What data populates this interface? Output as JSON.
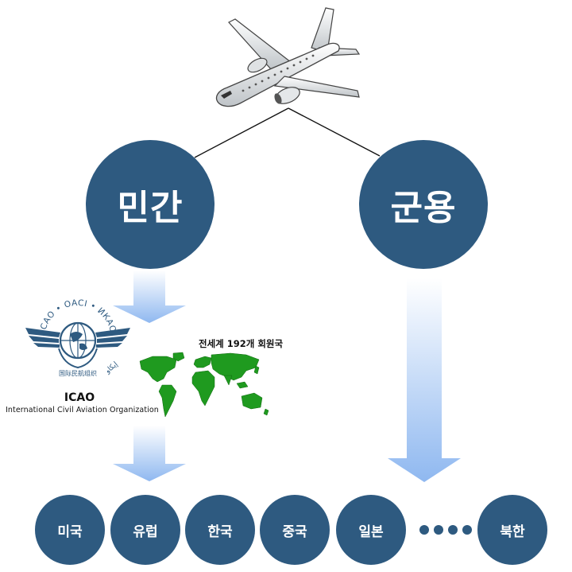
{
  "nodes": {
    "civil": "민간",
    "military": "군용"
  },
  "icao": {
    "emblem_text": "ICAO • OACI • ИКАО",
    "abbr": "ICAO",
    "full_name": "International Civil Aviation Organization",
    "emblem_chinese": "国际民航组织",
    "emblem_arabic": "إيكاو"
  },
  "world_map": {
    "label": "전세계 192개 회원국"
  },
  "countries": [
    "미국",
    "유럽",
    "한국",
    "중국",
    "일본",
    "북한"
  ],
  "colors": {
    "node_fill": "#2e5a80",
    "arrow_top": "#ffffff",
    "arrow_bottom": "#8fb8f0",
    "map_green": "#1f9a1f"
  }
}
